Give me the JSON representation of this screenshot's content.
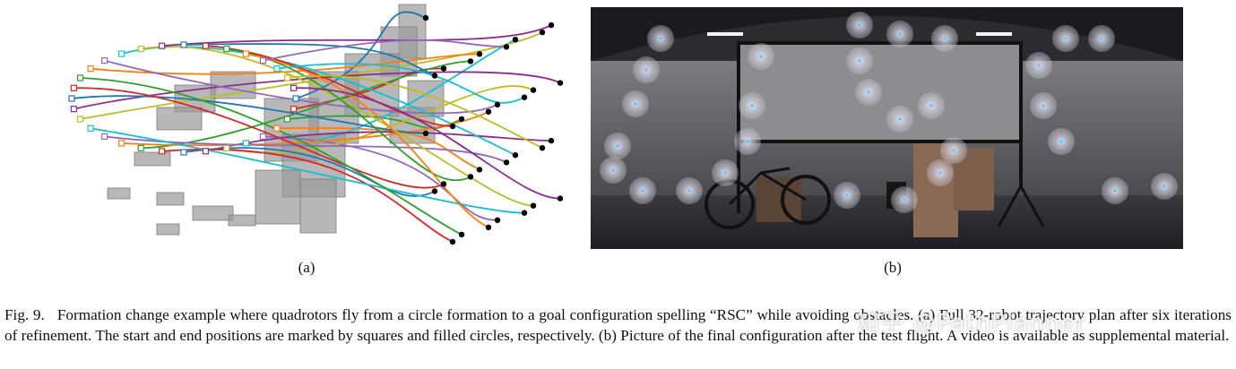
{
  "figure": {
    "panel_a_label": "(a)",
    "panel_b_label": "(b)",
    "caption_fig_no": "Fig. 9.",
    "caption_text": "Formation change example where quadrotors fly from a circle formation to a goal configuration spelling “RSC” while avoiding obstacles. (a) Full 32-robot trajectory plan after six iterations of refinement. The start and end positions are marked by squares and filled circles, respectively. (b) Picture of the final configuration after the test flight. A video is available as supplemental material.",
    "watermark": "知乎 @PathPlanner"
  },
  "colors": {
    "trajectory_palette": [
      "#1f77b4",
      "#d62728",
      "#2ca02c",
      "#ff7f0e",
      "#9467bd",
      "#17becf",
      "#bcbd22",
      "#8c2d8c"
    ],
    "obstacle": "#9a9a9a",
    "end_marker": "#000000"
  }
}
